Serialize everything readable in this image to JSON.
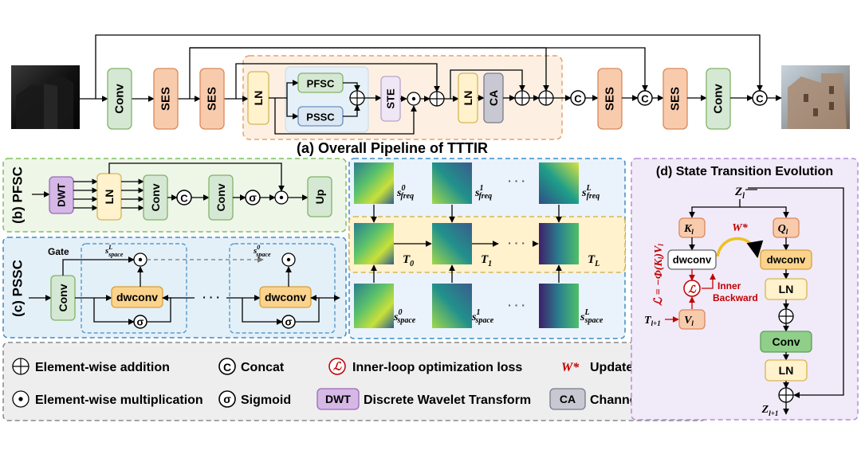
{
  "pipeline": {
    "title": "(a) Overall Pipeline of TTTIR",
    "conv": "Conv",
    "ses": "SES",
    "ln": "LN",
    "pfsc": "PFSC",
    "pssc": "PSSC",
    "ste": "STE",
    "ca": "CA",
    "concat": "C"
  },
  "pfsc_panel": {
    "label": "(b) PFSC",
    "dwt": "DWT",
    "ln": "LN",
    "conv": "Conv",
    "sigma": "σ",
    "up": "Up"
  },
  "pssc_panel": {
    "label": "(c) PSSC",
    "gate": "Gate",
    "conv": "Conv",
    "dwconv": "dwconv",
    "sigma": "σ",
    "dots": "· · ·",
    "s_main": "s",
    "s_sup_L": "L",
    "s_sup_0": "0",
    "s_sub": "space"
  },
  "states": {
    "freq_sub": "freq",
    "space_sub": "space",
    "sup0": "0",
    "sup1": "1",
    "supL": "L",
    "s": "s",
    "T": "T",
    "t0": "0",
    "t1": "1",
    "tL": "L",
    "dots": "· · ·"
  },
  "evolution": {
    "title": "(d) State Transition Evolution",
    "z": "Z",
    "z_sub_top": "l",
    "z_sub_bot": "l+1",
    "k": "K",
    "q": "Q",
    "v": "V",
    "kqv_sub": "l",
    "w_star": "W*",
    "dwconv": "dwconv",
    "ln": "LN",
    "conv": "Conv",
    "loss_sym": "ℒ",
    "inner": "Inner",
    "backward": "Backward",
    "t_in": "T",
    "t_in_sub": "l+1",
    "loss_eq": "ℒ = −Φ(K",
    "loss_eq_sub1": "l",
    "loss_eq_mid": ")V",
    "loss_eq_sub2": "l"
  },
  "legend": {
    "add": "Element-wise addition",
    "concat_sym": "C",
    "concat": "Concat",
    "loss_sym": "ℒ",
    "loss": "Inner-loop optimization loss",
    "w_sym": "W*",
    "w": "Updated Weights",
    "mul": "Element-wise multiplication",
    "sigma": "σ",
    "sigmoid": "Sigmoid",
    "dwt": "DWT",
    "dwt_desc": "Discrete Wavelet Transform",
    "ca": "CA",
    "ca_desc": "Channel attention"
  },
  "colors": {
    "green": "#d5e8d4",
    "green_stroke": "#82b366",
    "orange": "#f8cbad",
    "orange_stroke": "#d9885a",
    "yellow": "#fff2cc",
    "yellow_stroke": "#d6b656",
    "purple": "#d5b8e6",
    "gray": "#c8c8d2",
    "red": "#c00000"
  }
}
